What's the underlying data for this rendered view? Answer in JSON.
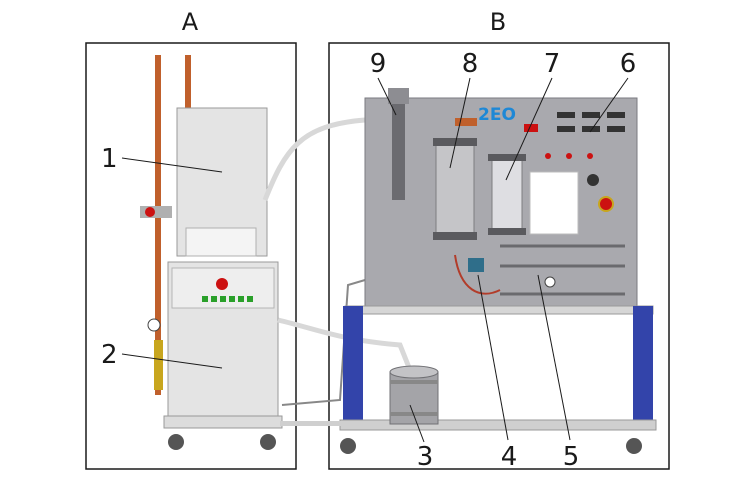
{
  "sections": {
    "a": {
      "letter": "A"
    },
    "b": {
      "letter": "B"
    }
  },
  "callouts": [
    {
      "id": "1",
      "text": "1"
    },
    {
      "id": "2",
      "text": "2"
    },
    {
      "id": "3",
      "text": "3"
    },
    {
      "id": "4",
      "text": "4"
    },
    {
      "id": "5",
      "text": "5"
    },
    {
      "id": "6",
      "text": "6"
    },
    {
      "id": "7",
      "text": "7"
    },
    {
      "id": "8",
      "text": "8"
    },
    {
      "id": "9",
      "text": "9"
    }
  ],
  "panel": {
    "logo": "2EO"
  },
  "colors": {
    "frame": "#1a1a1a",
    "cabinet": "#e4e4e4",
    "panel": "#a9a9ae",
    "copper": "#c0602c",
    "legs": "#3344aa",
    "button_red": "#cc1111",
    "led_green": "#2aa02a",
    "logo_blue": "#1e88d6"
  }
}
